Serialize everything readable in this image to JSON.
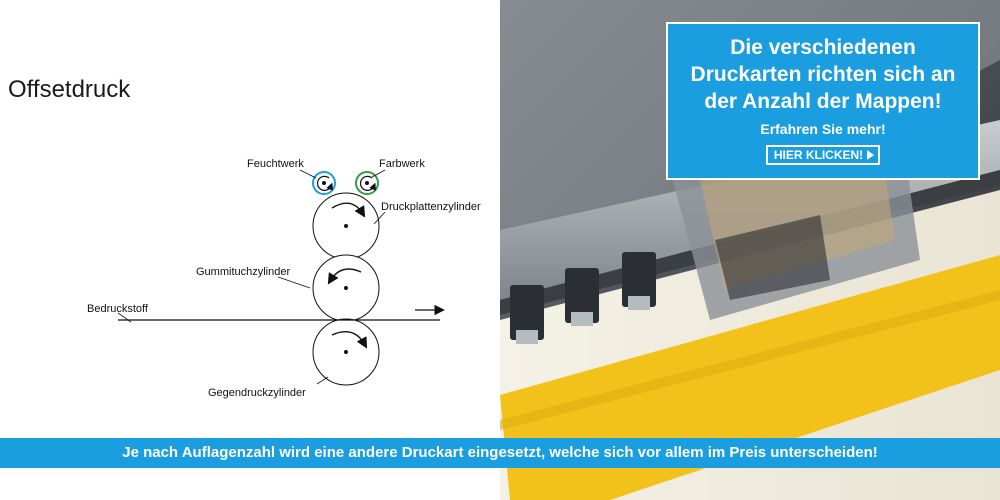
{
  "diagram": {
    "title": "Offsetdruck",
    "labels": {
      "feuchtwerk": "Feuchtwerk",
      "farbwerk": "Farbwerk",
      "druckplattenzylinder": "Druckplattenzylinder",
      "gummituchzylinder": "Gummituchzylinder",
      "bedruckstoff": "Bedruckstoff",
      "gegendruckzylinder": "Gegendruckzylinder"
    },
    "colors": {
      "feuchtwerk": "#1a9ee0",
      "farbwerk": "#2ea043"
    }
  },
  "promo": {
    "headline_line1": "Die verschiedenen",
    "headline_line2": "Druckarten richten sich an",
    "headline_line3": "der Anzahl der Mappen!",
    "subline": "Erfahren Sie mehr!",
    "button_label": "HIER KLICKEN!"
  },
  "banner": {
    "text": "Je nach Auflagenzahl wird eine andere Druckart eingesetzt, welche sich vor allem im Preis unterscheiden!"
  },
  "colors": {
    "accent": "#1a9ee0",
    "printer_yellow": "#f2c21a"
  }
}
